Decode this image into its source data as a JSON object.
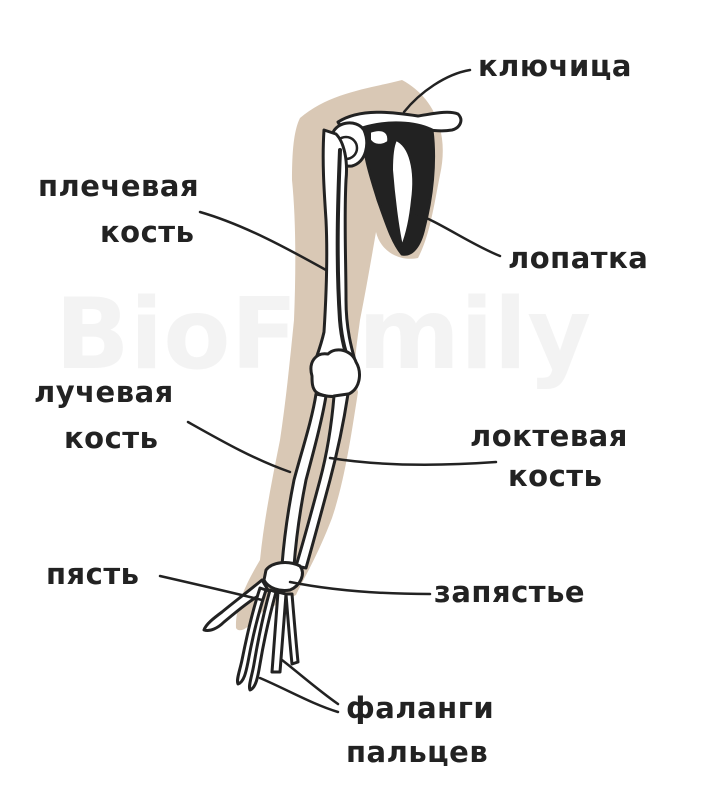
{
  "watermark": "BioFamily",
  "labels": {
    "clavicle": "ключица",
    "humerus_1": "плечевая",
    "humerus_2": "кость",
    "scapula": "лопатка",
    "radius_1": "лучевая",
    "radius_2": "кость",
    "ulna_1": "локтевая",
    "ulna_2": "кость",
    "metacarpus": "пясть",
    "wrist": "запястье",
    "phalanges_1": "фаланги",
    "phalanges_2": "пальцев"
  },
  "colors": {
    "skin": "#d9c8b5",
    "bone": "#ffffff",
    "outline": "#222222",
    "text": "#222222"
  }
}
